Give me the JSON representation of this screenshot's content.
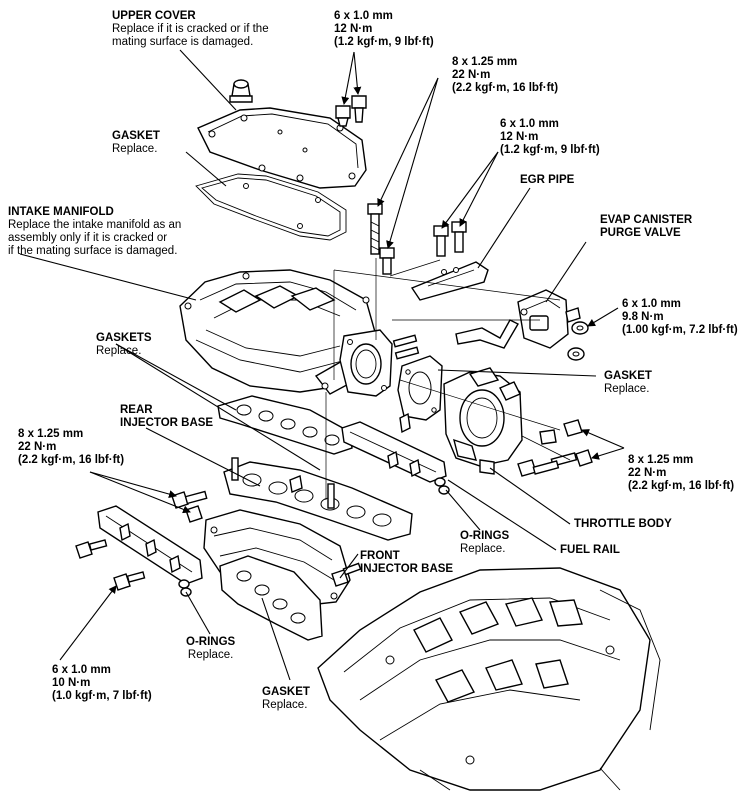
{
  "labels": {
    "upper_cover": {
      "title": "UPPER COVER",
      "note1": "Replace if it is cracked or if the",
      "note2": "mating surface is damaged."
    },
    "gasket_top": {
      "title": "GASKET",
      "note": "Replace."
    },
    "intake_manifold": {
      "title": "INTAKE MANIFOLD",
      "note1": "Replace the intake manifold as an",
      "note2": "assembly only if it is cracked or",
      "note3": "if the mating surface is damaged."
    },
    "gaskets": {
      "title": "GASKETS",
      "note": "Replace."
    },
    "rear_injector_base": {
      "line1": "REAR",
      "line2": "INJECTOR BASE"
    },
    "egr_pipe": {
      "title": "EGR PIPE"
    },
    "evap": {
      "line1": "EVAP CANISTER",
      "line2": "PURGE VALVE"
    },
    "gasket_mid": {
      "title": "GASKET",
      "note": "Replace."
    },
    "throttle_body": {
      "title": "THROTTLE BODY"
    },
    "fuel_rail": {
      "title": "FUEL RAIL"
    },
    "orings_mid": {
      "title": "O-RINGS",
      "note": "Replace."
    },
    "front_injector_base": {
      "line1": "FRONT",
      "line2": "INJECTOR BASE"
    },
    "orings_low": {
      "title": "O-RINGS",
      "note": "Replace."
    },
    "gasket_bottom": {
      "title": "GASKET",
      "note": "Replace."
    }
  },
  "specs": {
    "s1": {
      "size": "6 x 1.0 mm",
      "torque": "12 N·m",
      "alt": "(1.2 kgf·m, 9 lbf·ft)"
    },
    "s2": {
      "size": "8 x 1.25 mm",
      "torque": "22 N·m",
      "alt": "(2.2 kgf·m, 16 lbf·ft)"
    },
    "s3": {
      "size": "6 x 1.0 mm",
      "torque": "12 N·m",
      "alt": "(1.2 kgf·m, 9 lbf·ft)"
    },
    "s4": {
      "size": "6 x 1.0 mm",
      "torque": "9.8 N·m",
      "alt": "(1.00 kgf·m, 7.2 lbf·ft)"
    },
    "s5": {
      "size": "8 x 1.25 mm",
      "torque": "22 N·m",
      "alt": "(2.2 kgf·m, 16 lbf·ft)"
    },
    "s6": {
      "size": "8 x 1.25 mm",
      "torque": "22 N·m",
      "alt": "(2.2 kgf·m, 16 lbf·ft)"
    },
    "s7": {
      "size": "6 x 1.0 mm",
      "torque": "10 N·m",
      "alt": "(1.0 kgf·m, 7 lbf·ft)"
    }
  }
}
